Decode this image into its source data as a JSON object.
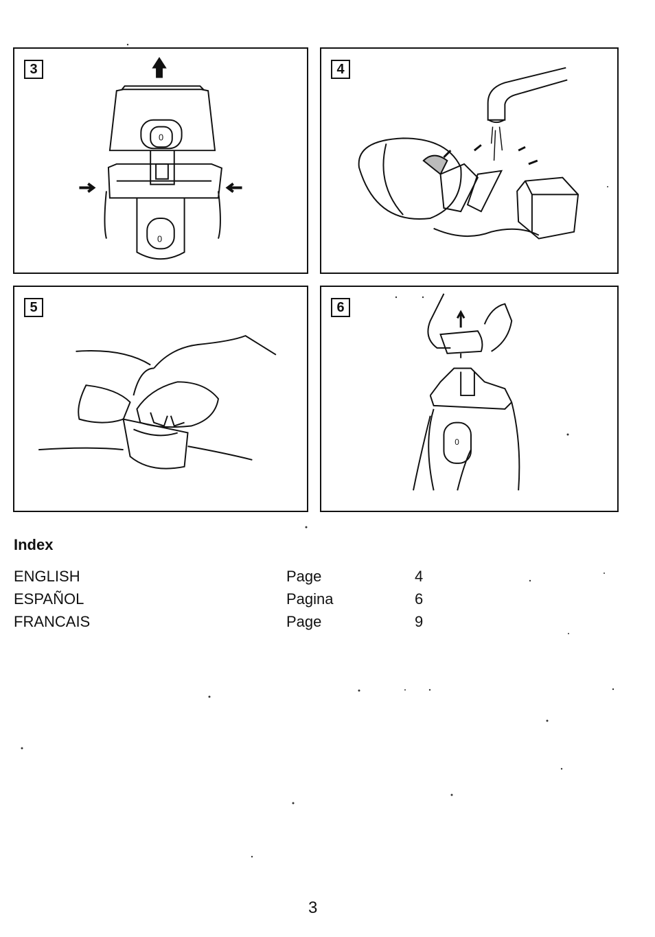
{
  "steps": [
    {
      "number": "3",
      "illustration": "remove-blade-icon"
    },
    {
      "number": "4",
      "illustration": "rinse-under-tap-icon"
    },
    {
      "number": "5",
      "illustration": "attach-head-icon"
    },
    {
      "number": "6",
      "illustration": "lift-cover-icon"
    }
  ],
  "index": {
    "title": "Index",
    "rows": [
      {
        "language": "ENGLISH",
        "page_label": "Page",
        "page": "4"
      },
      {
        "language": "ESPAÑOL",
        "page_label": "Pagina",
        "page": "6"
      },
      {
        "language": "FRANCAIS",
        "page_label": "Page",
        "page": "9"
      }
    ]
  },
  "page_number": "3"
}
